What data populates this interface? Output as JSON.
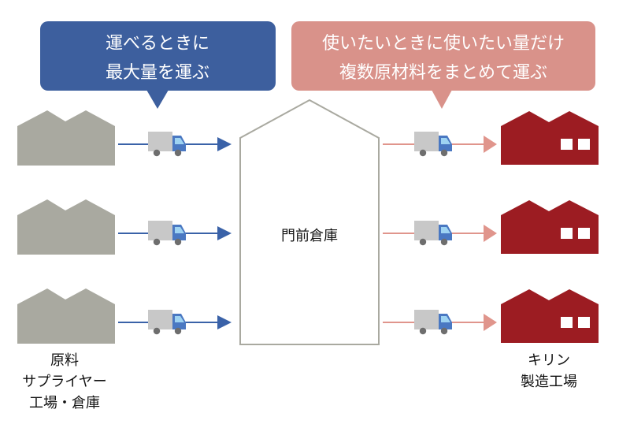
{
  "colors": {
    "blue_bubble": "#3D5F9E",
    "pink_bubble": "#D9928A",
    "supplier_gray": "#A9A9A0",
    "factory_red": "#9C1C22",
    "blue_arrow": "#3A62A8",
    "pink_arrow": "#E0958C",
    "truck_body": "#C8C8C8",
    "truck_cab": "#4A78C2",
    "truck_window": "#9ED3F2",
    "truck_wheel": "#6E6E6E",
    "center_outline": "#A9A9A0"
  },
  "callouts": {
    "left": {
      "lines": [
        "運べるときに",
        "最大量を運ぶ"
      ]
    },
    "right": {
      "lines": [
        "使いたいときに使いたい量だけ",
        "複数原材料をまとめて運ぶ"
      ]
    }
  },
  "center_warehouse": {
    "label": "門前倉庫"
  },
  "left_group": {
    "count": 3,
    "label_lines": [
      "原料",
      "サプライヤー",
      "工場・倉庫"
    ]
  },
  "right_group": {
    "count": 3,
    "label_lines": [
      "キリン",
      "製造工場"
    ]
  },
  "icons": {
    "supplier": "warehouse-icon",
    "factory": "factory-icon",
    "truck": "truck-icon",
    "arrow": "arrow-right-icon"
  }
}
